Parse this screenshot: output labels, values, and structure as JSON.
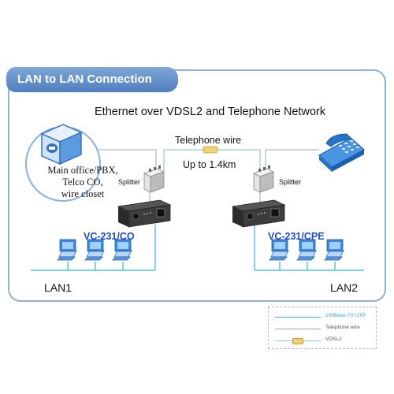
{
  "header": {
    "title": "LAN to LAN Connection"
  },
  "headline": "Ethernet over VDSL2 and Telephone Network",
  "link": {
    "wire_label": "Telephone wire",
    "distance": "Up to 1.4km"
  },
  "office_label": [
    "Main office/PBX,",
    "Telco CO,",
    "wire closet"
  ],
  "left_site": {
    "splitter": "Splitter",
    "model": "VC-231/CO",
    "lan": "LAN1"
  },
  "right_site": {
    "splitter": "Splitter",
    "model": "VC-231/CPE",
    "lan": "LAN2"
  },
  "legend": [
    {
      "label": "100Base-TX UTP",
      "color": "#34b6d9"
    },
    {
      "label": "Telephone wire",
      "color": "#a5a5a5"
    },
    {
      "label": "VDSL2",
      "color": "#e8c25a"
    }
  ],
  "colors": {
    "accent": "#5b8ac8",
    "ethernet": "#34b6d9",
    "phone_wire": "#8fd0c9",
    "model_text": "#1f4bd1"
  },
  "icons": [
    "building-icon",
    "telephone-icon",
    "splitter-icon",
    "converter-icon",
    "computer-icon"
  ]
}
